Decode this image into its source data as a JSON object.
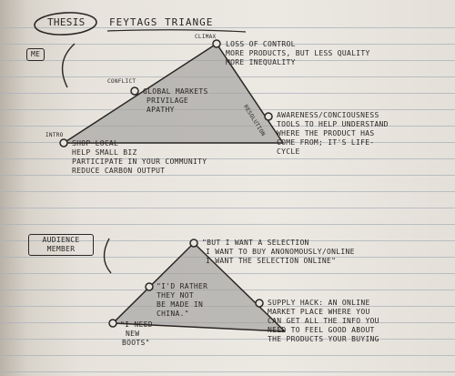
{
  "header": {
    "thesis_label": "THESIS",
    "title": "FEYTAGS TRIANGE"
  },
  "top_diagram": {
    "side_label": "ME",
    "nodes": {
      "climax": {
        "tag": "CLIMAX",
        "lines": [
          "LOSS OF CONTROL",
          "MORE PRODUCTS, BUT LESS QUALITY",
          "MORE INEQUALITY"
        ]
      },
      "conflict": {
        "tag": "CONFLICT",
        "lines": [
          "GLOBAL MARKETS",
          "PRIVILAGE",
          "APATHY"
        ]
      },
      "resolution": {
        "tag": "RESOLUTION",
        "lines": [
          "AWARENESS/CONCIOUSNESS",
          "TOOLS TO HELP UNDERSTAND",
          "WHERE THE PRODUCT HAS",
          "COME FROM; IT'S LIFE-",
          "CYCLE"
        ]
      },
      "intro": {
        "tag": "INTRO",
        "lines": [
          "SHOP LOCAL",
          "HELP SMALL BIZ",
          "PARTICIPATE IN YOUR COMMUNITY",
          "REDUCE CARBON OUTPUT"
        ]
      }
    }
  },
  "bottom_diagram": {
    "side_label": "AUDIENCE MEMBER",
    "nodes": {
      "apex": {
        "lines": [
          "\"BUT I WANT A SELECTION",
          "I WANT TO BUY ANONOMOUSLY/ONLINE",
          "I WANT THE SELECTION ONLINE\""
        ]
      },
      "middle": {
        "lines": [
          "\"I'D RATHER",
          "THEY NOT",
          "BE MADE IN",
          "CHINA.\""
        ]
      },
      "right": {
        "lines": [
          "SUPPLY HACK: AN ONLINE",
          "MARKET PLACE WHERE YOU",
          "CAN GET ALL THE INFO YOU",
          "NEED TO FEEL GOOD ABOUT",
          "THE PRODUCTS YOUR BUYING"
        ]
      },
      "base": {
        "lines": [
          "\"I NEED",
          "NEW",
          "BOOTS\""
        ]
      }
    }
  },
  "colors": {
    "ink": "#2a2624",
    "paper": "#ece9e3",
    "triangle_fill": "#a29f9e",
    "rule_line": "#a9b1b9"
  }
}
